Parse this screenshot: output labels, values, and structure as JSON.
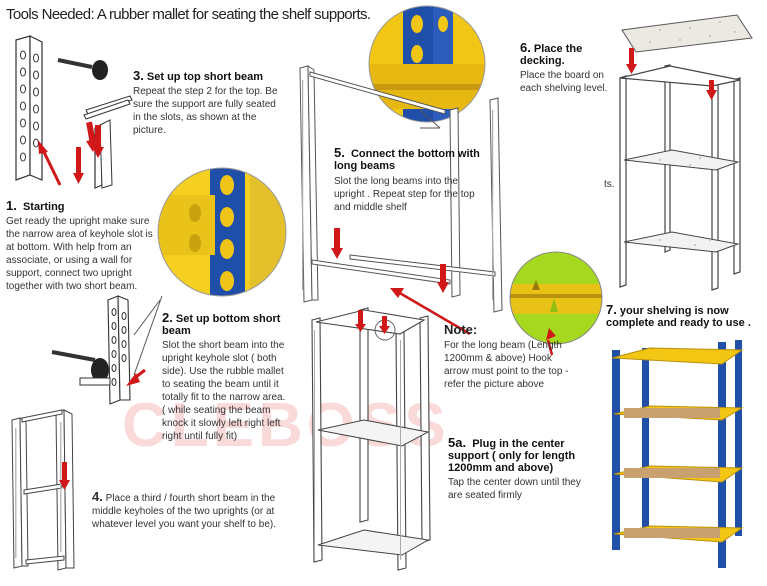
{
  "header": {
    "tools_label": "Tools Needed:",
    "tools_text": " A rubber mallet for seating the shelf supports."
  },
  "steps": {
    "s1": {
      "num": "1.",
      "title": "Starting",
      "text": "Get ready the upright make sure the narrow area of keyhole slot is at bottom. With help from an associate, or using a wall for support, connect two upright together with two short beam."
    },
    "s2": {
      "num": "2.",
      "title": "Set up bottom short beam",
      "text": "Slot the short beam into the upright keyhole slot ( both side).  Use the rubble mallet to seating the beam until it totally fit to the narrow area. ( while seating the beam knock it slowly left right left right until fully fit)"
    },
    "s3": {
      "num": "3.",
      "title": "Set up top short beam",
      "text": "Repeat the step 2 for the top. Be sure  the support are fully seated in the  slots, as shown at the picture."
    },
    "s4": {
      "num": "4.",
      "title": "",
      "text": "Place a third / fourth short beam in the middle keyholes of the two uprights (or at whatever level you want your shelf to be)."
    },
    "s5": {
      "num": "5.",
      "title": "Connect the bottom  with long beams",
      "text": "Slot the long beams into the upright  . Repeat step for the top and middle shelf"
    },
    "s5a": {
      "num": "5a.",
      "title": "Plug in the center support ( only for length 1200mm and above)",
      "text": "Tap the center down until they are seated firmly"
    },
    "s6": {
      "num": "6.",
      "title": "Place the decking.",
      "text": "Place the board on each shelving level."
    },
    "s7": {
      "num": "7.",
      "title": "your shelving is now complete and ready to use .",
      "text": ""
    },
    "note": {
      "title": "Note:",
      "text": "For the long beam (Length 1200mm & above) Hook arrow must point to the top -refer the picture above"
    }
  },
  "stray_text": "ts.",
  "watermark": "CLEBOSS",
  "colors": {
    "blue": "#1f4fa8",
    "yellow": "#f3c614",
    "arrow_red": "#d01818",
    "deck": "#c8a070",
    "lime": "#b6e62e"
  }
}
